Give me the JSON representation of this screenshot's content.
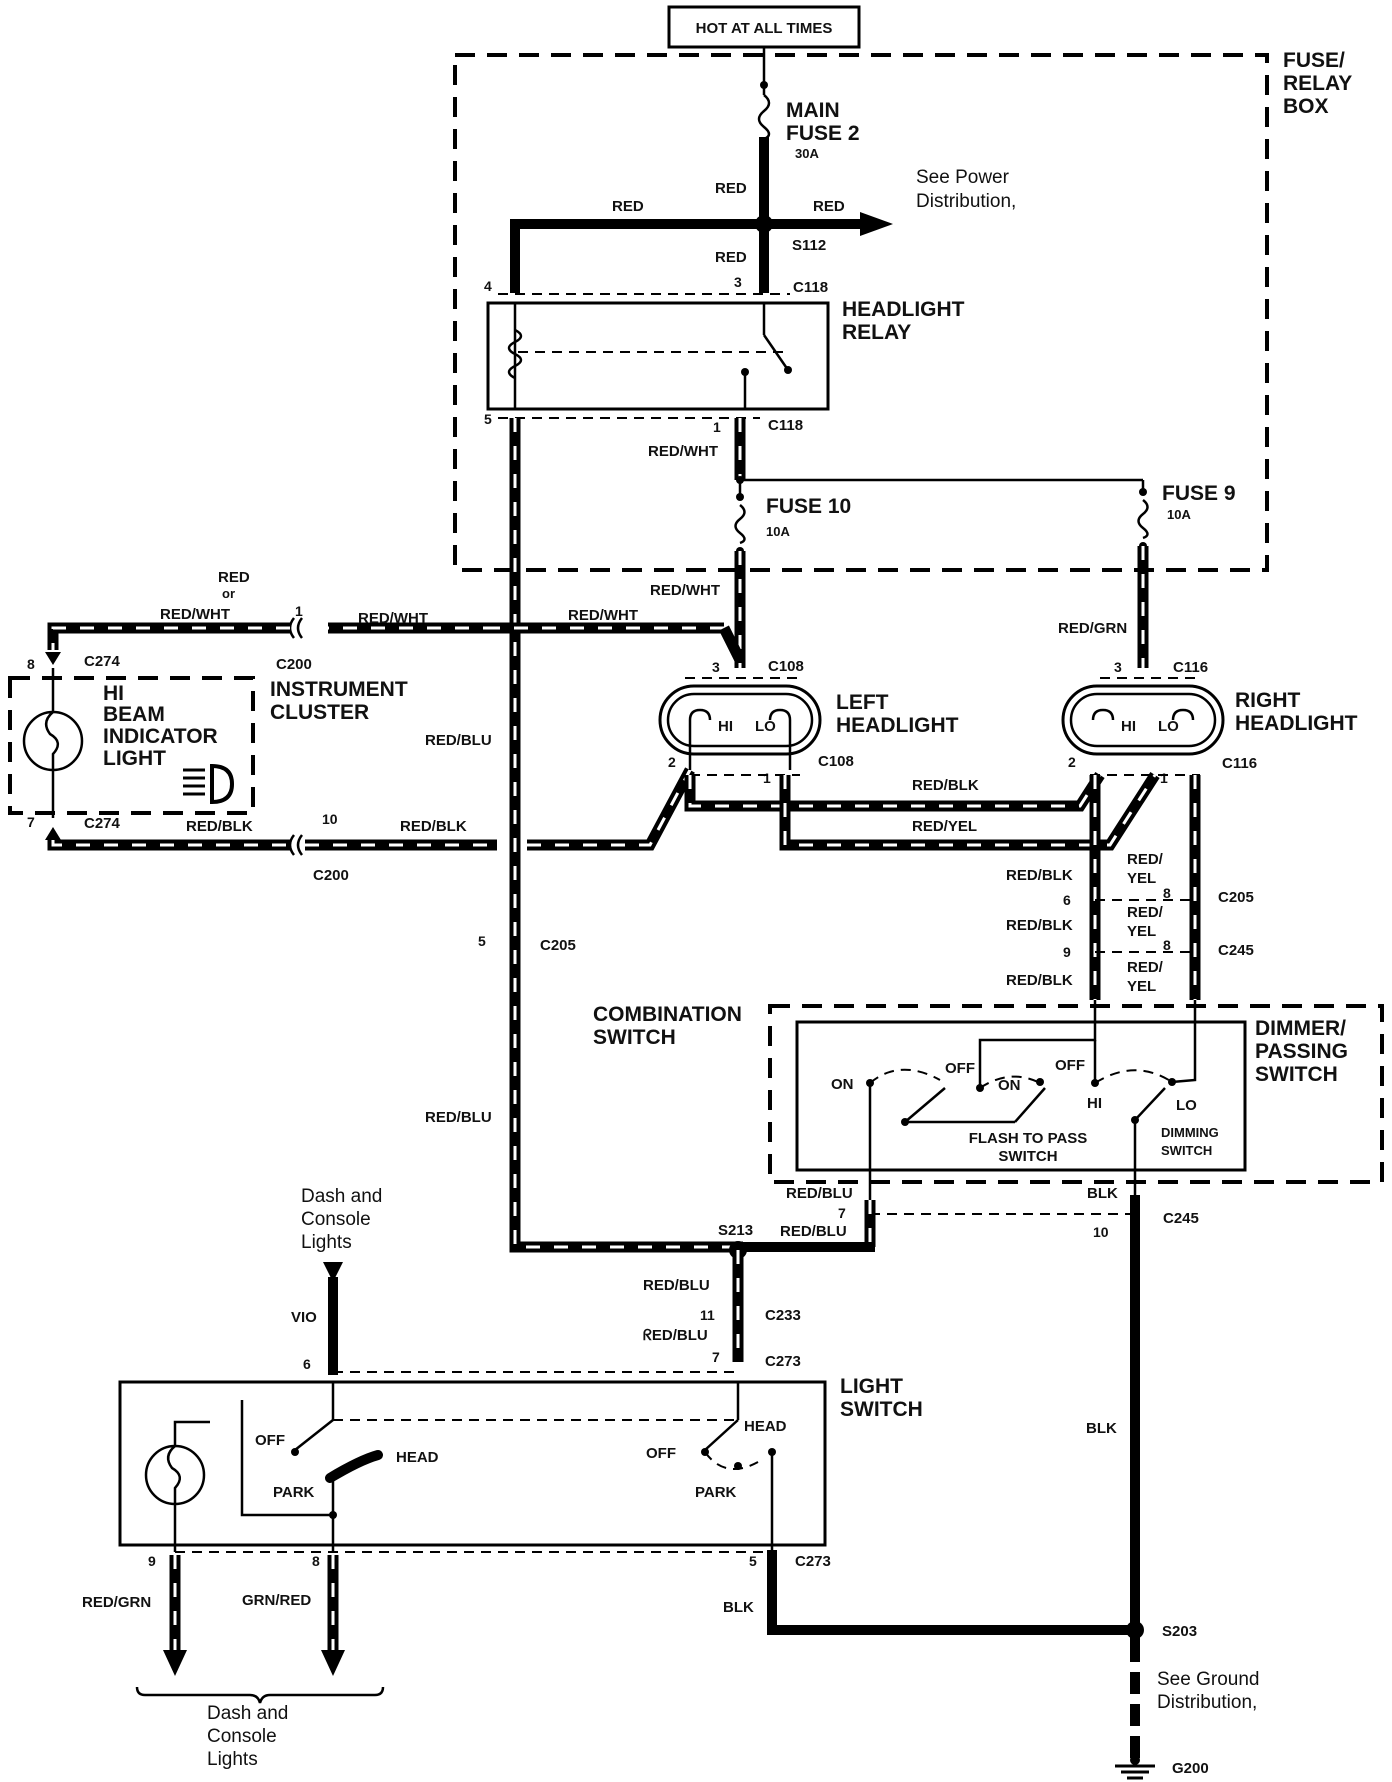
{
  "power_source": "HOT AT ALL TIMES",
  "fuse_relay_box": {
    "label_line1": "FUSE/",
    "label_line2": "RELAY",
    "label_line3": "BOX"
  },
  "main_fuse": {
    "name_line1": "MAIN",
    "name_line2": "FUSE 2",
    "rating": "30A"
  },
  "fuse10": {
    "name": "FUSE 10",
    "rating": "10A"
  },
  "fuse9": {
    "name": "FUSE 9",
    "rating": "10A"
  },
  "see_power": {
    "line1": "See Power",
    "line2": "Distribution,"
  },
  "splices": {
    "s112": "S112",
    "s213": "S213",
    "s203": "S203"
  },
  "relay": {
    "name_line1": "HEADLIGHT",
    "name_line2": "RELAY",
    "connector": "C118",
    "pins": {
      "p4": "4",
      "p3": "3",
      "p5": "5",
      "p1": "1"
    }
  },
  "wires": {
    "red": "RED",
    "red_wht": "RED/WHT",
    "red_or": "RED",
    "or_word": "or",
    "red_grn": "RED/GRN",
    "red_blu": "RED/BLU",
    "red_blk": "RED/BLK",
    "red_yel": "RED/YEL",
    "red_yel_a": "RED/",
    "red_yel_b": "YEL",
    "blk": "BLK",
    "vio": "VIO",
    "grn_red": "GRN/RED",
    "red_blu_alt": "ᖇED/BLU"
  },
  "instrument_cluster": {
    "name_line1": "INSTRUMENT",
    "name_line2": "CLUSTER",
    "indicator_line1": "HI",
    "indicator_line2": "BEAM",
    "indicator_line3": "INDICATOR",
    "indicator_line4": "LIGHT",
    "connector": "C274",
    "pin_top": "8",
    "pin_bottom": "7"
  },
  "c200": {
    "name": "C200",
    "pin_top": "1",
    "pin_bottom": "10"
  },
  "left_headlight": {
    "name_line1": "LEFT",
    "name_line2": "HEADLIGHT",
    "connector": "C108",
    "hi": "HI",
    "lo": "LO",
    "pin_3": "3",
    "pin_2": "2",
    "pin_1": "1"
  },
  "right_headlight": {
    "name_line1": "RIGHT",
    "name_line2": "HEADLIGHT",
    "connector": "C116",
    "hi": "HI",
    "lo": "LO",
    "pin_3": "3",
    "pin_2": "2",
    "pin_1": "1"
  },
  "c205": {
    "name": "C205",
    "pin_left": "5",
    "pin_a": "6",
    "pin_b": "8"
  },
  "c245": {
    "name": "C245",
    "pin_a": "9",
    "pin_b": "8",
    "pin_c": "10"
  },
  "combination_switch": {
    "name_line1": "COMBINATION",
    "name_line2": "SWITCH",
    "dimmer_line1": "DIMMER/",
    "dimmer_line2": "PASSING",
    "dimmer_line3": "SWITCH",
    "on1": "ON",
    "off1": "OFF",
    "on2": "ON",
    "off2": "OFF",
    "hi": "HI",
    "lo": "LO",
    "flash_line1": "FLASH TO PASS",
    "flash_line2": "SWITCH",
    "dimming_line1": "DIMMING",
    "dimming_line2": "SWITCH",
    "pin_7": "7"
  },
  "dash_lights_top": {
    "line1": "Dash and",
    "line2": "Console",
    "line3": "Lights"
  },
  "c233": {
    "name": "C233",
    "pin": "11"
  },
  "light_switch": {
    "name_line1": "LIGHT",
    "name_line2": "SWITCH",
    "connector": "C273",
    "pin_6": "6",
    "pin_7": "7",
    "pin_9": "9",
    "pin_8": "8",
    "pin_5": "5",
    "off_left": "OFF",
    "head_left": "HEAD",
    "park_left": "PARK",
    "off_right": "OFF",
    "head_right": "HEAD",
    "park_right": "PARK"
  },
  "dash_lights_bottom": {
    "line1": "Dash and",
    "line2": "Console",
    "line3": "Lights"
  },
  "see_ground": {
    "line1": "See Ground",
    "line2": "Distribution,"
  },
  "ground": {
    "name": "G200"
  }
}
